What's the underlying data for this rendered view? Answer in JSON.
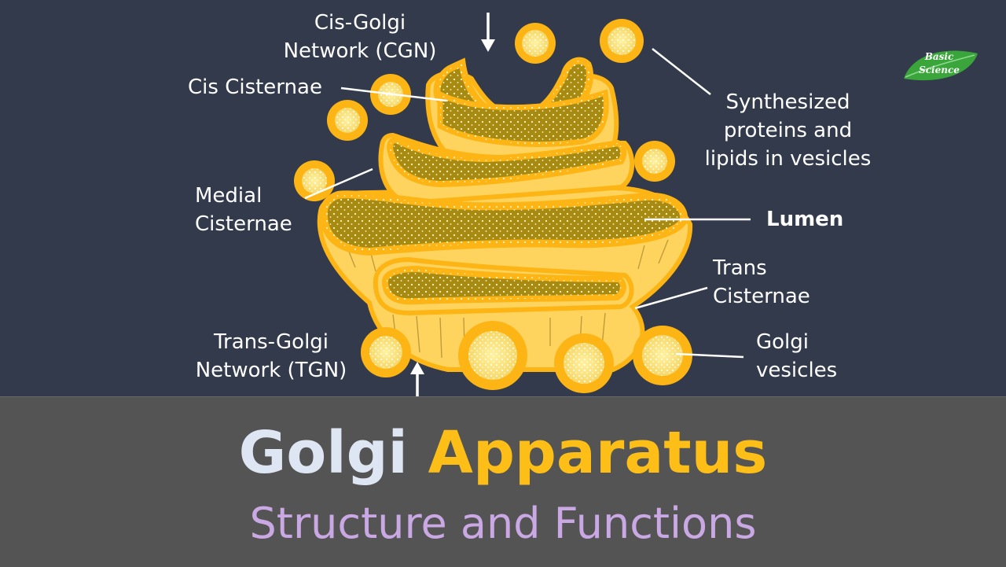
{
  "labels": {
    "cgn": [
      "Cis-Golgi",
      "Network (CGN)"
    ],
    "cis": "Cis Cisternae",
    "medial": [
      "Medial",
      "Cisternae"
    ],
    "synth": [
      "Synthesized",
      "proteins and",
      "lipids in vesicles"
    ],
    "lumen": "Lumen",
    "trans": [
      "Trans",
      "Cisternae"
    ],
    "tgn": [
      "Trans-Golgi",
      "Network (TGN)"
    ],
    "vesicles": [
      "Golgi",
      "vesicles"
    ]
  },
  "title": {
    "part1": "Golgi",
    "part2": "Apparatus"
  },
  "subtitle": "Structure and Functions",
  "logo": {
    "line1": "Basic",
    "line2": "Science"
  },
  "colors": {
    "background": "#323a4c",
    "banner": "#545454",
    "membrane": "#fdb515",
    "membrane_light": "#ffd25a",
    "lumen": "#a78a12",
    "title_gray": "#dfe6f3",
    "title_yellow": "#fdbf17",
    "subtitle_lilac": "#c9a8e4",
    "logo_green": "#3aa53a"
  },
  "icons": [
    "arrow-down-icon",
    "arrow-up-icon",
    "leaf-logo-icon"
  ]
}
